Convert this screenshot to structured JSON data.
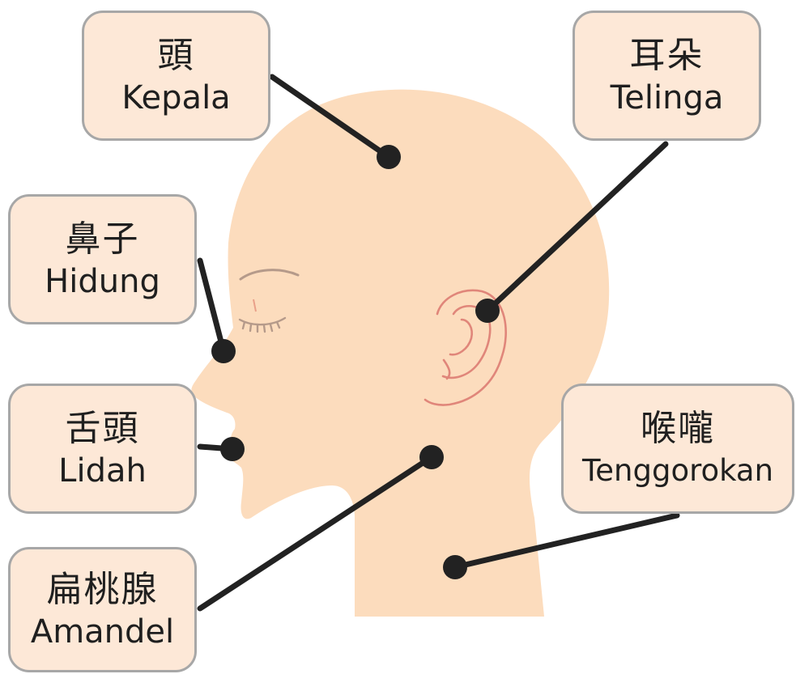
{
  "labels": {
    "kepala": {
      "zh": "頭",
      "id": "Kepala"
    },
    "telinga": {
      "zh": "耳朵",
      "id": "Telinga"
    },
    "hidung": {
      "zh": "鼻子",
      "id": "Hidung"
    },
    "lidah": {
      "zh": "舌頭",
      "id": "Lidah"
    },
    "amandel": {
      "zh": "扁桃腺",
      "id": "Amandel"
    },
    "tenggorokan": {
      "zh": "喉嚨",
      "id": "Tenggorokan"
    }
  },
  "colors": {
    "skin": "#fcdcbd",
    "label_fill": "#fde8d7",
    "label_border": "#a7a7a7",
    "leader": "#222222",
    "ear_line": "#e0867a",
    "eye_line": "#b59a8a"
  }
}
